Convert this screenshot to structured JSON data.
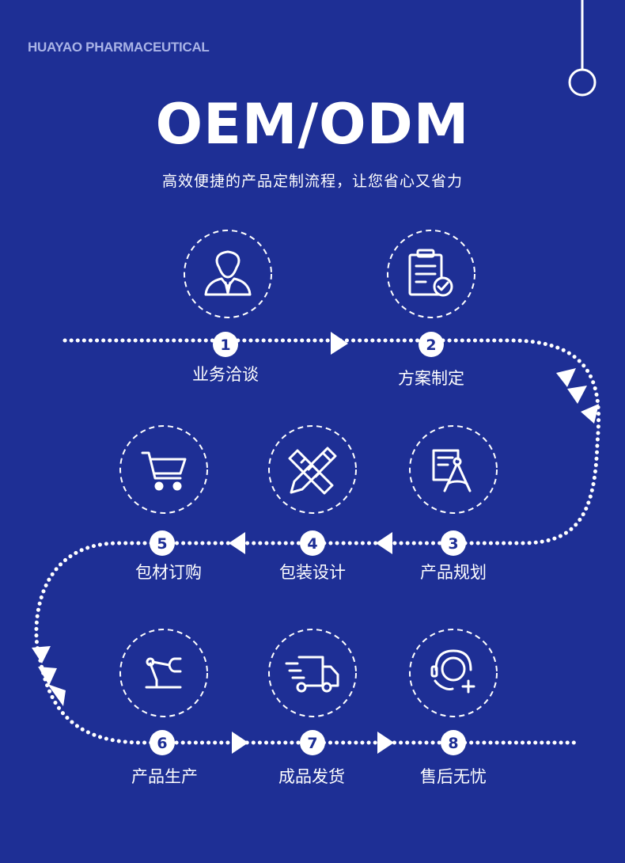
{
  "brand": "HUAYAO PHARMACEUTICAL",
  "title": "OEM/ODM",
  "subtitle": "高效便捷的产品定制流程，让您省心又省力",
  "colors": {
    "background": "#1e2f95",
    "foreground": "#ffffff",
    "brand_text": "#a9b3e6"
  },
  "steps": [
    {
      "number": "1",
      "label": "业务洽谈",
      "icon": "businessman-icon"
    },
    {
      "number": "2",
      "label": "方案制定",
      "icon": "clipboard-check-icon"
    },
    {
      "number": "3",
      "label": "产品规划",
      "icon": "compass-document-icon"
    },
    {
      "number": "4",
      "label": "包装设计",
      "icon": "pencil-ruler-icon"
    },
    {
      "number": "5",
      "label": "包材订购",
      "icon": "shopping-cart-icon"
    },
    {
      "number": "6",
      "label": "产品生产",
      "icon": "robot-arm-icon"
    },
    {
      "number": "7",
      "label": "成品发货",
      "icon": "delivery-truck-icon"
    },
    {
      "number": "8",
      "label": "售后无忧",
      "icon": "customer-service-icon"
    }
  ]
}
